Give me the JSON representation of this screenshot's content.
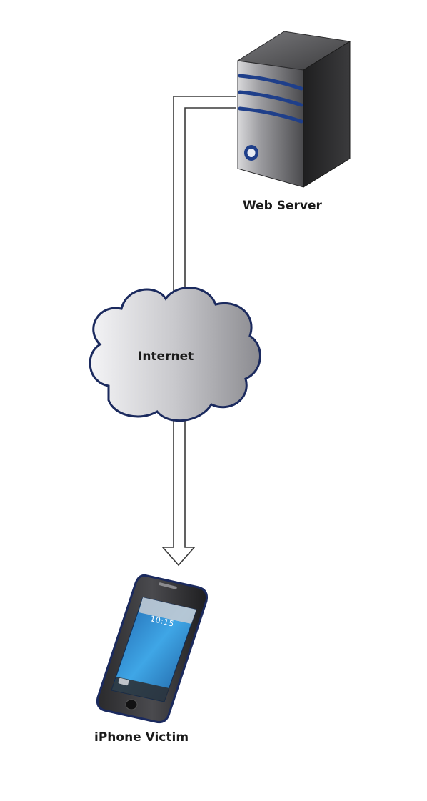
{
  "nodes": {
    "web_server": {
      "label": "Web Server",
      "icon": "server-icon"
    },
    "internet": {
      "label": "Internet",
      "icon": "cloud-icon"
    },
    "iphone": {
      "label": "iPhone Victim",
      "icon": "iphone-icon",
      "screen_time": "10:15"
    }
  },
  "edges": [
    {
      "from": "web_server",
      "to": "internet",
      "style": "double-line"
    },
    {
      "from": "internet",
      "to": "iphone",
      "style": "hollow-arrow"
    }
  ],
  "colors": {
    "outline": "#1b2a5e",
    "server_body": "#3a3a3a",
    "server_stripes": "#1f3f8a",
    "cloud_fill_light": "#f2f2f4",
    "cloud_fill_dark": "#8e8e93",
    "phone_screen": "#2f8fd6"
  }
}
